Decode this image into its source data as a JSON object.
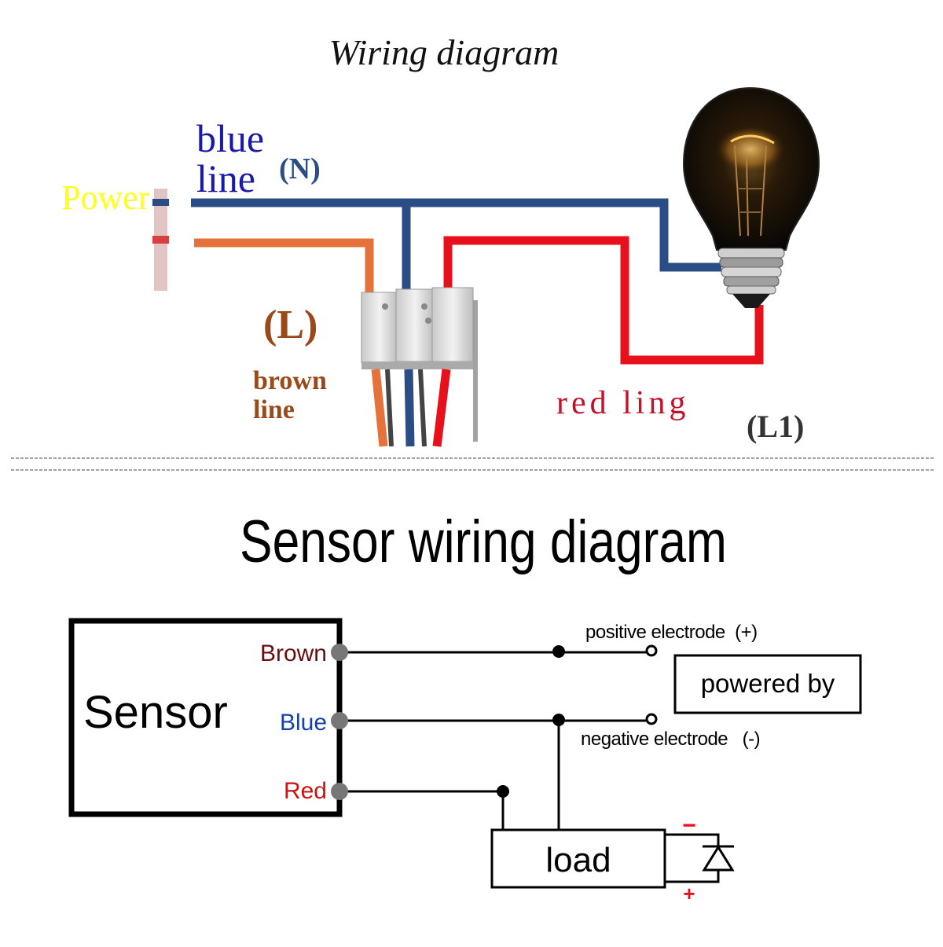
{
  "top": {
    "title": "Wiring diagram",
    "power_label": "Power",
    "blue_line_1": "blue",
    "blue_line_2": "line",
    "n_label": "(N)",
    "l_label": "(L)",
    "brown_line_1": "brown",
    "brown_line_2": "line",
    "red_label": "red ling",
    "l1_label": "(L1)"
  },
  "bottom": {
    "title": "Sensor wiring diagram",
    "sensor_label": "Sensor",
    "terminals": [
      "Brown",
      "Blue",
      "Red"
    ],
    "positive_label": "positive electrode  (+)",
    "negative_label": "negative electrode   (-)",
    "power_box_label": "powered by",
    "load_label": "load",
    "minus_sign": "−",
    "plus_sign": "+"
  },
  "colors": {
    "blue_wire": "#2b4d86",
    "brown_wire": "#e4723a",
    "red_wire": "#e8101b",
    "power_text": "#ffff1a",
    "blue_text": "#1a1aa8",
    "n_text": "#2b4d86",
    "l_text": "#9a4a1a",
    "red_text": "#c4102a",
    "brown_term": "#6a0d0d",
    "blue_term": "#1540b0",
    "red_term": "#d01010"
  }
}
